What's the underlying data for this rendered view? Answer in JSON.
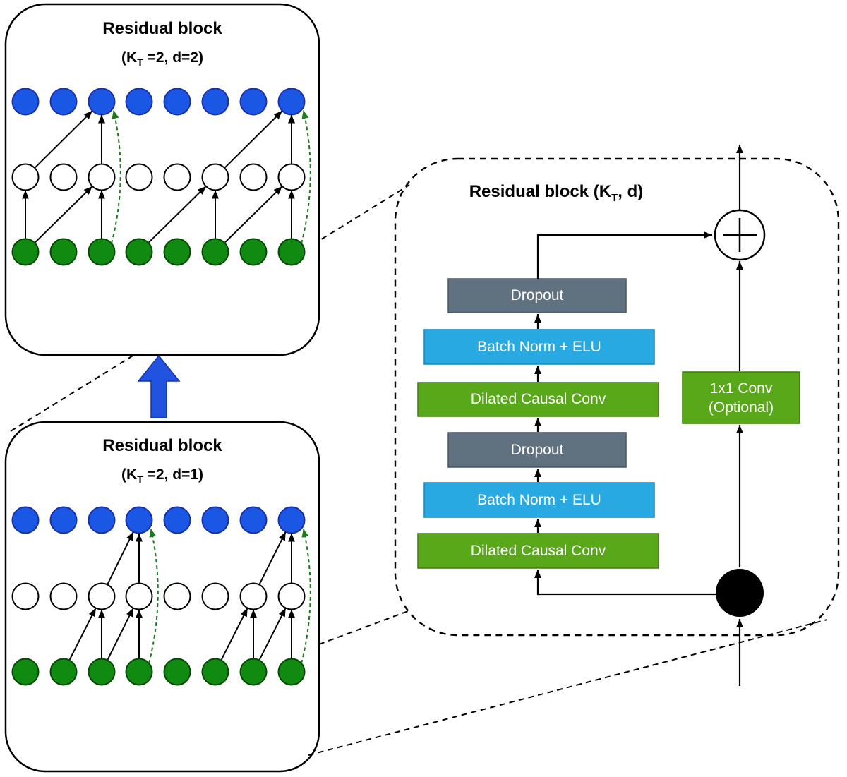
{
  "colors": {
    "node_blue": "#1B57E5",
    "node_blue_stroke": "#1A2FA8",
    "node_green": "#108A10",
    "node_green_stroke": "#064806",
    "node_white": "#FFFFFF",
    "node_white_stroke": "#000000",
    "residual_green": "#1B7C1B",
    "dropout_fill": "#60717F",
    "dropout_stroke": "#475569",
    "batchnorm_fill": "#29A9E2",
    "batchnorm_stroke": "#1787C0",
    "conv_fill": "#58A81A",
    "conv_stroke": "#3F7C0D",
    "blue_arrow": "#2153E0",
    "line_black": "#000000"
  },
  "left_blocks": [
    {
      "title": "Residual block",
      "param_pre": "(K",
      "param_sub": "T",
      "param_post": " =2, d=2)",
      "nodes_per_row": 8,
      "node_rows": [
        "blue",
        "white",
        "green"
      ],
      "edges": [
        [
          "g",
          1,
          "w",
          1
        ],
        [
          "g",
          1,
          "w",
          3
        ],
        [
          "g",
          3,
          "w",
          3
        ],
        [
          "g",
          4,
          "w",
          6
        ],
        [
          "g",
          6,
          "w",
          6
        ],
        [
          "g",
          6,
          "w",
          8
        ],
        [
          "g",
          8,
          "w",
          8
        ],
        [
          "w",
          1,
          "b",
          3
        ],
        [
          "w",
          3,
          "b",
          3
        ],
        [
          "w",
          6,
          "b",
          8
        ],
        [
          "w",
          8,
          "b",
          8
        ]
      ],
      "residual_edges": [
        [
          "g",
          3,
          "b",
          3
        ],
        [
          "g",
          8,
          "b",
          8
        ]
      ]
    },
    {
      "title": "Residual block",
      "param_pre": "(K",
      "param_sub": "T",
      "param_post": " =2, d=1)",
      "nodes_per_row": 8,
      "node_rows": [
        "blue",
        "white",
        "green"
      ],
      "edges": [
        [
          "g",
          2,
          "w",
          3
        ],
        [
          "g",
          3,
          "w",
          3
        ],
        [
          "g",
          3,
          "w",
          4
        ],
        [
          "g",
          4,
          "w",
          4
        ],
        [
          "g",
          6,
          "w",
          7
        ],
        [
          "g",
          7,
          "w",
          7
        ],
        [
          "g",
          7,
          "w",
          8
        ],
        [
          "g",
          8,
          "w",
          8
        ],
        [
          "w",
          3,
          "b",
          4
        ],
        [
          "w",
          4,
          "b",
          4
        ],
        [
          "w",
          7,
          "b",
          8
        ],
        [
          "w",
          8,
          "b",
          8
        ]
      ],
      "residual_edges": [
        [
          "g",
          4,
          "b",
          4
        ],
        [
          "g",
          8,
          "b",
          8
        ]
      ]
    }
  ],
  "expanded_block": {
    "title_pre": "Residual block (K",
    "title_sub": "T",
    "title_post": ", d)",
    "layers": [
      {
        "label": "Dropout",
        "type": "dropout"
      },
      {
        "label": "Batch Norm + ELU",
        "type": "batchnorm"
      },
      {
        "label": "Dilated Causal Conv",
        "type": "conv"
      },
      {
        "label": "Dropout",
        "type": "dropout"
      },
      {
        "label": "Batch Norm + ELU",
        "type": "batchnorm"
      },
      {
        "label": "Dilated Causal Conv",
        "type": "conv"
      }
    ],
    "skip_label_line1": "1x1 Conv",
    "skip_label_line2": "(Optional)",
    "sum_icon": "circled-plus",
    "input_icon": "black-dot"
  }
}
